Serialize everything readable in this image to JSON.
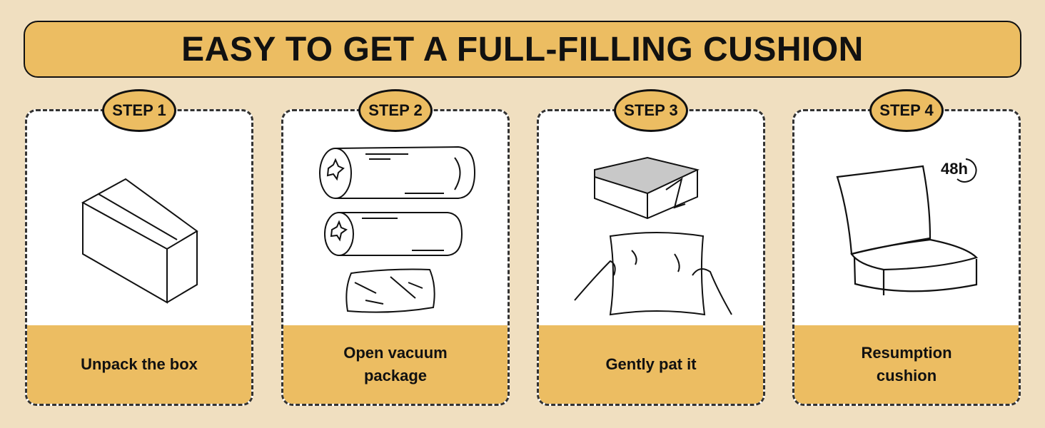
{
  "title": "EASY TO GET A FULL-FILLING CUSHION",
  "steps": [
    {
      "badge": "STEP 1",
      "caption": "Unpack the box",
      "icon": "box-icon"
    },
    {
      "badge": "STEP 2",
      "caption": "Open vacuum package",
      "icon": "vacuum-roll-icon"
    },
    {
      "badge": "STEP 3",
      "caption": "Gently pat it",
      "icon": "pat-cushion-icon"
    },
    {
      "badge": "STEP 4",
      "caption": "Resumption cushion",
      "icon": "cushion-icon",
      "timer_label": "48h"
    }
  ],
  "colors": {
    "background": "#f0dfc0",
    "accent": "#ecbd62",
    "border": "#333333"
  }
}
